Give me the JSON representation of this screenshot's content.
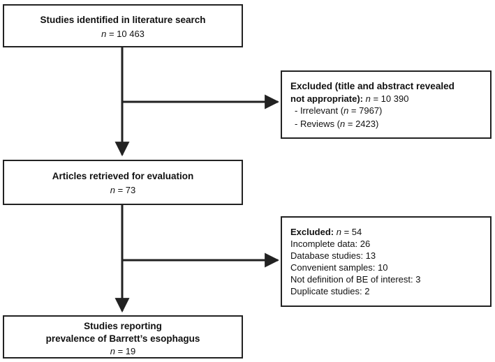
{
  "boxes": {
    "identified": {
      "title": "Studies identified in literature search",
      "n_label": "n",
      "n_value": " = 10 463"
    },
    "excluded1": {
      "title_line1": "Excluded (title and abstract revealed",
      "title_line2": "not appropriate):",
      "n_label": "n",
      "n_value": " = 10 390",
      "items": [
        {
          "prefix": "- Irrelevant (",
          "n_label": "n",
          "n_value": " = 7967)"
        },
        {
          "prefix": "- Reviews (",
          "n_label": "n",
          "n_value": " = 2423)"
        }
      ]
    },
    "retrieved": {
      "title": "Articles retrieved for evaluation",
      "n_label": "n",
      "n_value": " = 73"
    },
    "excluded2": {
      "title": "Excluded:",
      "n_label": "n",
      "n_value": " = 54",
      "items": [
        "Incomplete data: 26",
        "Database studies: 13",
        "Convenient samples: 10",
        "Not definition of BE of interest: 3",
        "Duplicate studies: 2"
      ]
    },
    "reporting": {
      "title_line1": "Studies reporting",
      "title_line2": "prevalence of Barrett’s esophagus",
      "n_label": "n",
      "n_value": " = 19"
    }
  }
}
